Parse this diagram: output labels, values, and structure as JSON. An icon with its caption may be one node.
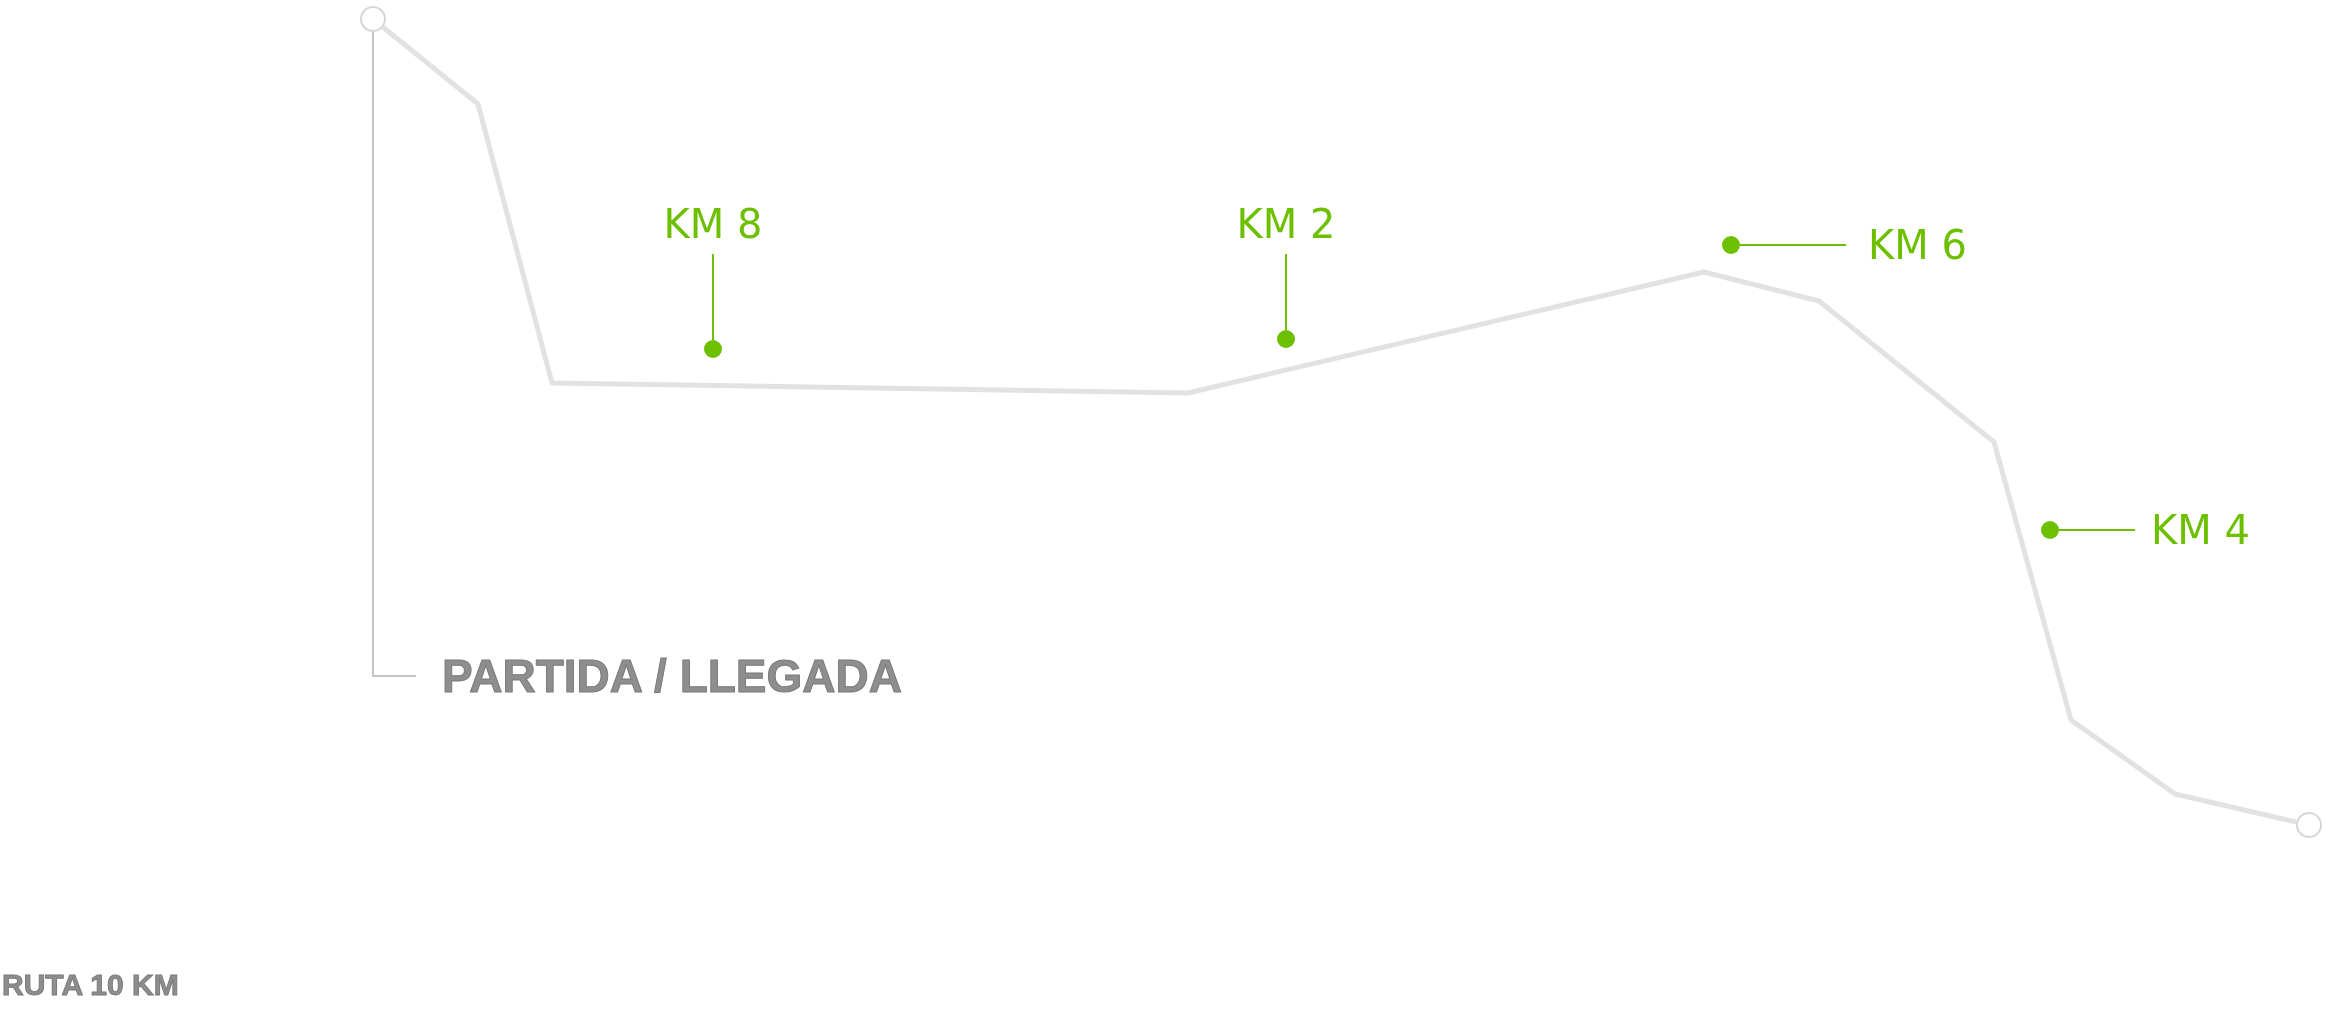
{
  "diagram": {
    "nodes": [
      {
        "text": [],
        "shape": "circle"
      },
      {
        "text": [
          "KM 8"
        ]
      },
      {
        "text": [],
        "shape": "circle"
      },
      {
        "text": [
          "KM 2"
        ]
      },
      {
        "text": [],
        "shape": "circle"
      },
      {
        "text": [
          "KM 6"
        ]
      },
      {
        "text": [],
        "shape": "circle"
      },
      {
        "text": [
          "KM 4"
        ]
      },
      {
        "text": [],
        "shape": "circle"
      },
      {
        "text": [
          "PARTIDA / LLEGADA"
        ]
      },
      {
        "text": [],
        "shape": "circle"
      }
    ],
    "edges": [
      {
        "from": 0,
        "to": 10,
        "arrow": "none",
        "color": "#e2e2e2"
      },
      {
        "from": 1,
        "to": 2,
        "arrow": "none",
        "color": "#6cc000"
      },
      {
        "from": 3,
        "to": 4,
        "arrow": "none",
        "color": "#6cc000"
      },
      {
        "from": 5,
        "to": 6,
        "arrow": "none",
        "color": "#6cc000"
      },
      {
        "from": 7,
        "to": 8,
        "arrow": "none",
        "color": "#6cc000"
      },
      {
        "from": 9,
        "to": 0,
        "arrow": "none",
        "color": "#c4c4c4"
      }
    ],
    "labels": [
      "RUTA 10 KM"
    ]
  }
}
